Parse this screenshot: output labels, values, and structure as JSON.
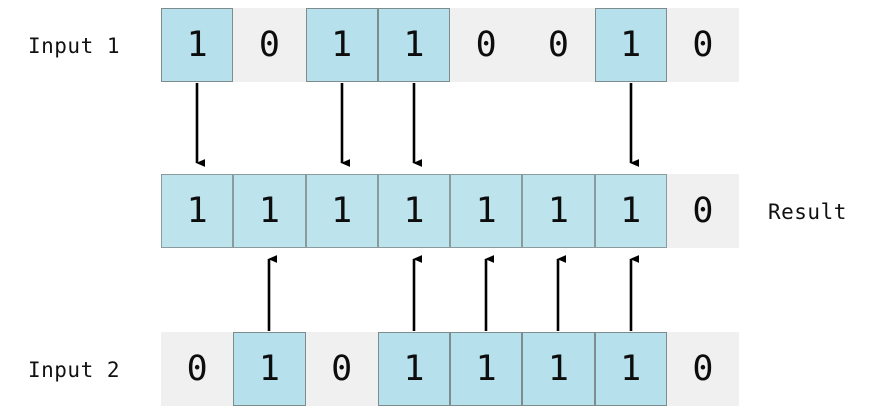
{
  "diagram": {
    "title": "bitwise-or-visualization",
    "colors": {
      "bit_on_background": "#b5e0ec",
      "bit_on_border": "#7f8c8d",
      "bit_off_background": "#f0f0f0",
      "text": "#0d0d0d",
      "arrow": "#000000",
      "page_background": "#ffffff"
    },
    "rows": [
      {
        "id": "input1",
        "label": "Input 1",
        "label_position": "left",
        "bits": [
          "1",
          "0",
          "1",
          "1",
          "0",
          "0",
          "1",
          "0"
        ],
        "highlighted": [
          true,
          false,
          true,
          true,
          false,
          false,
          true,
          false
        ]
      },
      {
        "id": "result",
        "label": "Result",
        "label_position": "right",
        "bits": [
          "1",
          "1",
          "1",
          "1",
          "1",
          "1",
          "1",
          "0"
        ],
        "highlighted": [
          true,
          true,
          true,
          true,
          true,
          true,
          true,
          false
        ]
      },
      {
        "id": "input2",
        "label": "Input 2",
        "label_position": "left",
        "bits": [
          "0",
          "1",
          "0",
          "1",
          "1",
          "1",
          "1",
          "0"
        ],
        "highlighted": [
          false,
          true,
          false,
          true,
          true,
          true,
          true,
          false
        ]
      }
    ],
    "arrows": {
      "down_from_input1_columns": [
        0,
        2,
        3,
        6
      ],
      "up_from_input2_columns": [
        1,
        3,
        4,
        5,
        6
      ]
    }
  }
}
